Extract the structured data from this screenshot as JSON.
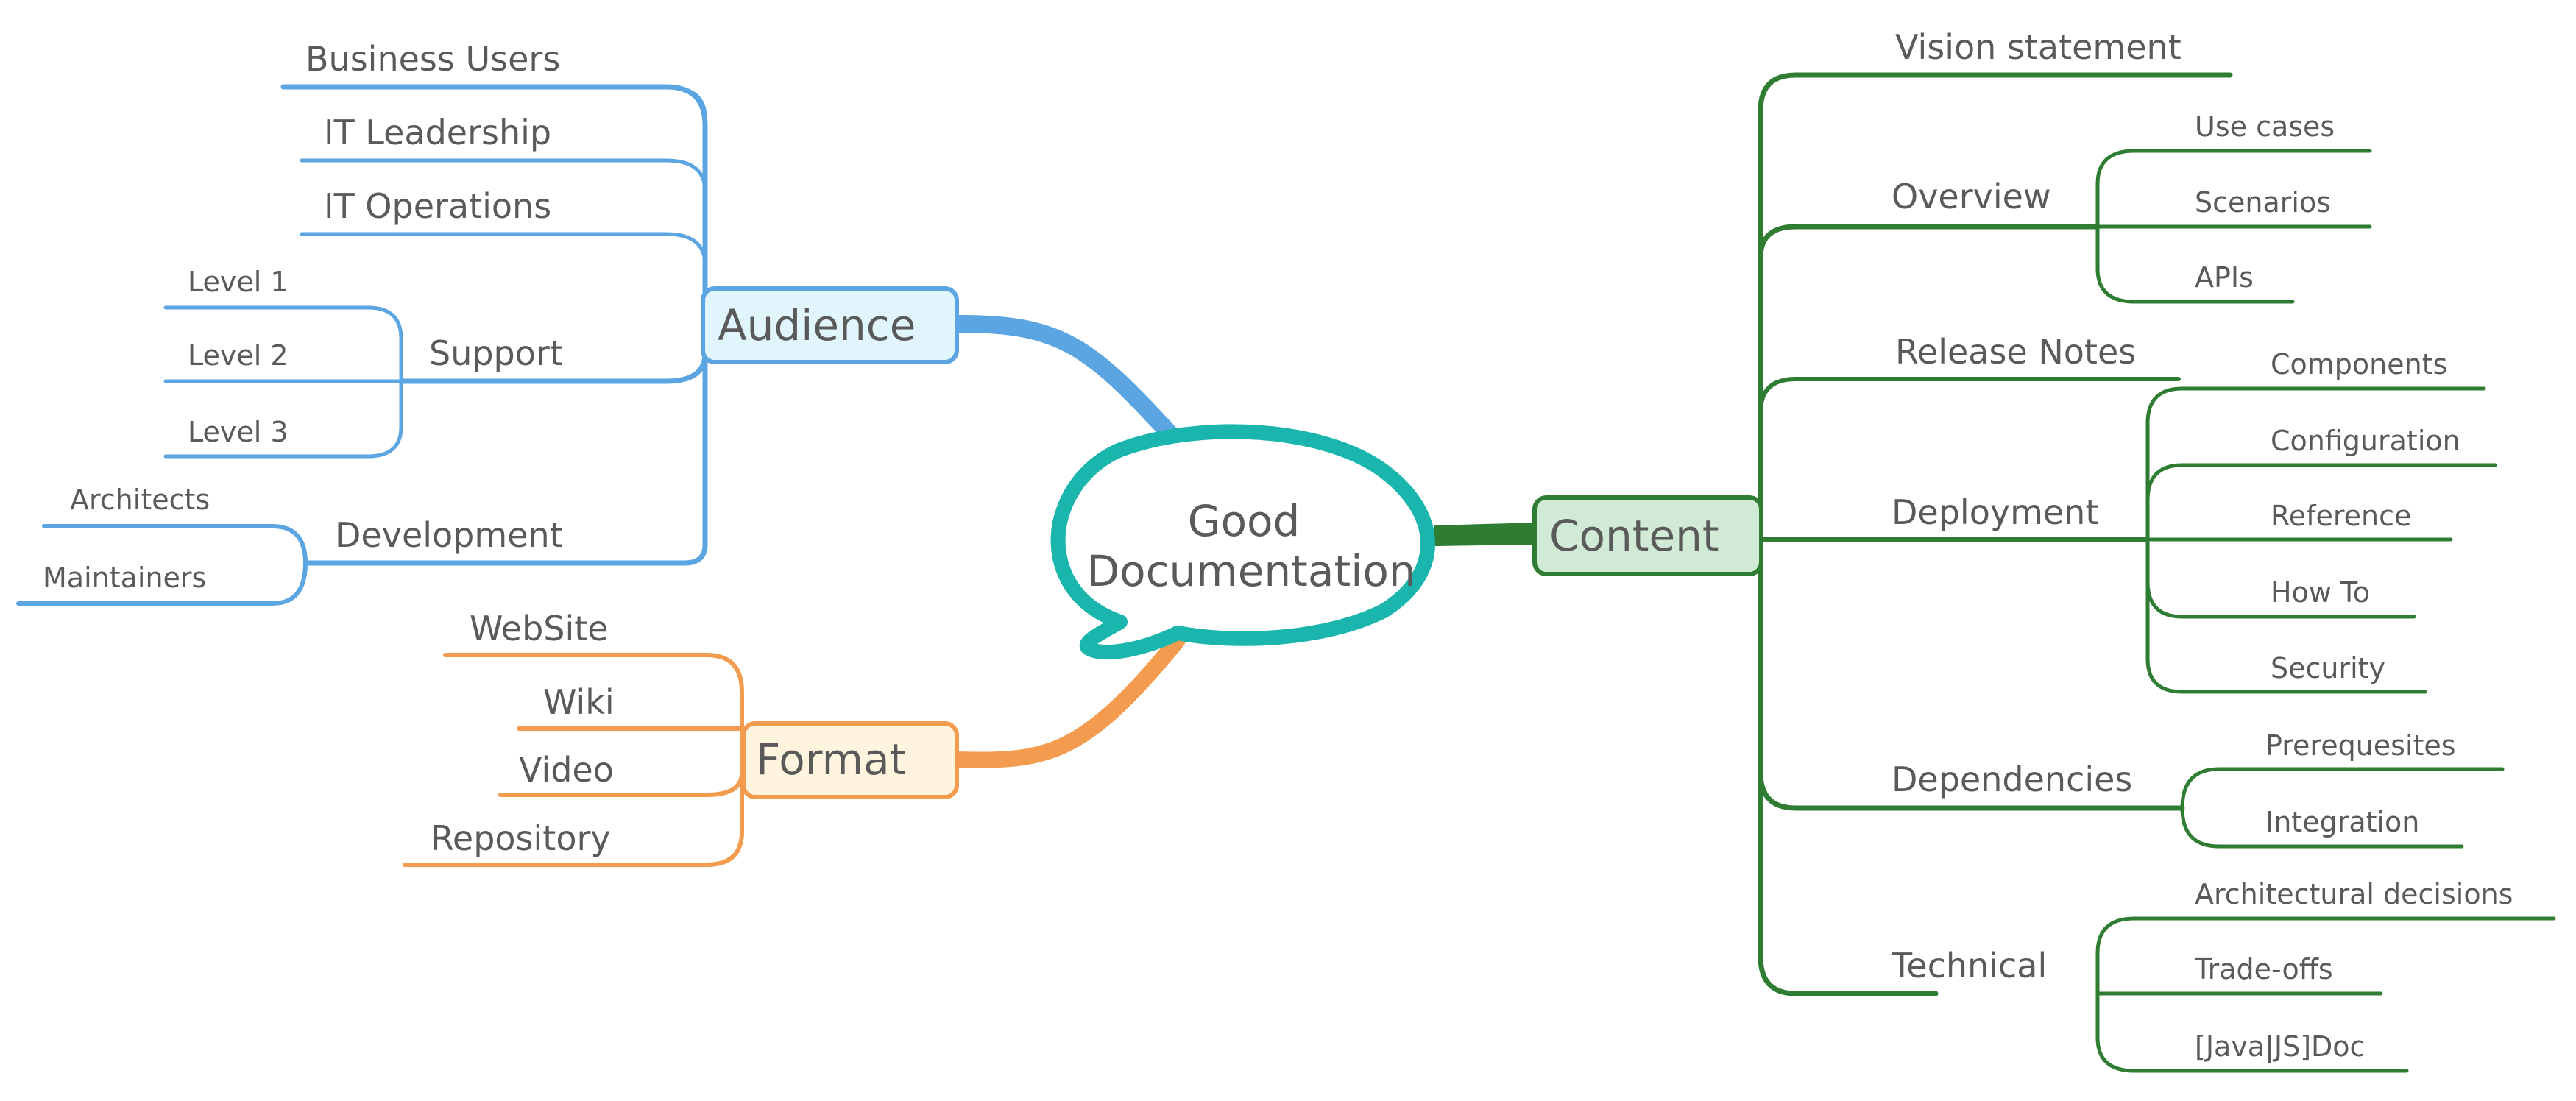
{
  "center": {
    "line1": "Good",
    "line2": "Documentation"
  },
  "audience": {
    "label": "Audience",
    "business_users": "Business Users",
    "it_leadership": "IT Leadership",
    "it_operations": "IT Operations",
    "support": {
      "label": "Support",
      "level1": "Level 1",
      "level2": "Level 2",
      "level3": "Level 3"
    },
    "development": {
      "label": "Development",
      "architects": "Architects",
      "maintainers": "Maintainers"
    }
  },
  "format": {
    "label": "Format",
    "website": "WebSite",
    "wiki": "Wiki",
    "video": "Video",
    "repository": "Repository"
  },
  "content": {
    "label": "Content",
    "vision": "Vision statement",
    "overview": {
      "label": "Overview",
      "use_cases": "Use cases",
      "scenarios": "Scenarios",
      "apis": "APIs"
    },
    "release_notes": "Release Notes",
    "deployment": {
      "label": "Deployment",
      "components": "Components",
      "configuration": "Configuration",
      "reference": "Reference",
      "how_to": "How To",
      "security": "Security"
    },
    "dependencies": {
      "label": "Dependencies",
      "prerequisites": "Prerequesites",
      "integration": "Integration"
    },
    "technical": {
      "label": "Technical",
      "architectural_decisions": "Architectural decisions",
      "trade_offs": "Trade-offs",
      "doc": "[Java|JS]Doc"
    }
  },
  "colors": {
    "audience": "#5aa5e2",
    "format": "#f39c4f",
    "content": "#2e7d32",
    "center": "#1ab5ad"
  }
}
